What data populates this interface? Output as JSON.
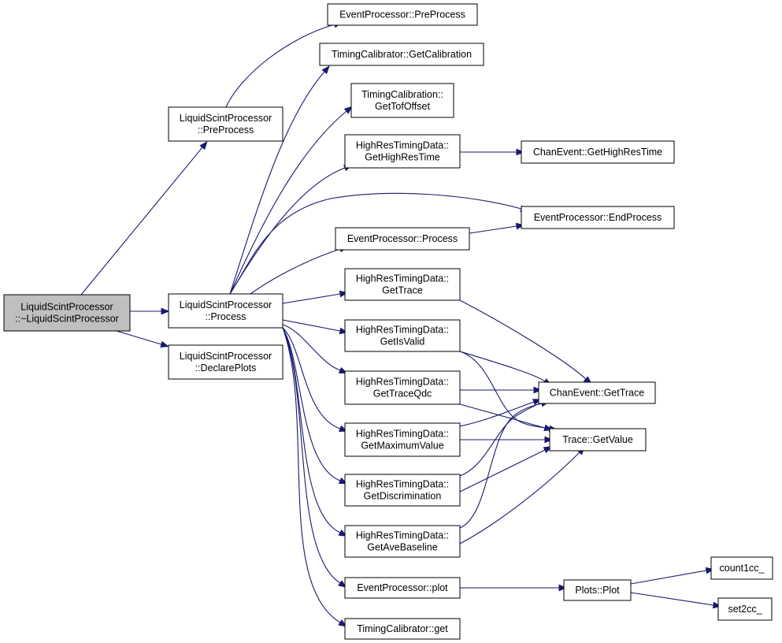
{
  "colors": {
    "edge": "#191970",
    "root_fill": "#bfbfbf",
    "node_fill": "#ffffff",
    "border": "#000000"
  },
  "nodes": [
    {
      "id": "root",
      "lines": [
        "LiquidScintProcessor",
        "::~LiquidScintProcessor"
      ],
      "root": true
    },
    {
      "id": "lsp_pre",
      "lines": [
        "LiquidScintProcessor",
        "::PreProcess"
      ]
    },
    {
      "id": "lsp_proc",
      "lines": [
        "LiquidScintProcessor",
        "::Process"
      ]
    },
    {
      "id": "lsp_decl",
      "lines": [
        "LiquidScintProcessor",
        "::DeclarePlots"
      ]
    },
    {
      "id": "ep_pre",
      "lines": [
        "EventProcessor::PreProcess"
      ]
    },
    {
      "id": "tc_getcal",
      "lines": [
        "TimingCalibrator::GetCalibration"
      ]
    },
    {
      "id": "tcal_tof",
      "lines": [
        "TimingCalibration::",
        "GetTofOffset"
      ]
    },
    {
      "id": "hr_time",
      "lines": [
        "HighResTimingData::",
        "GetHighResTime"
      ]
    },
    {
      "id": "ep_proc",
      "lines": [
        "EventProcessor::Process"
      ]
    },
    {
      "id": "hr_trace",
      "lines": [
        "HighResTimingData::",
        "GetTrace"
      ]
    },
    {
      "id": "hr_valid",
      "lines": [
        "HighResTimingData::",
        "GetIsValid"
      ]
    },
    {
      "id": "hr_qdc",
      "lines": [
        "HighResTimingData::",
        "GetTraceQdc"
      ]
    },
    {
      "id": "hr_max",
      "lines": [
        "HighResTimingData::",
        "GetMaximumValue"
      ]
    },
    {
      "id": "hr_disc",
      "lines": [
        "HighResTimingData::",
        "GetDiscrimination"
      ]
    },
    {
      "id": "hr_base",
      "lines": [
        "HighResTimingData::",
        "GetAveBaseline"
      ]
    },
    {
      "id": "ep_plot",
      "lines": [
        "EventProcessor::plot"
      ]
    },
    {
      "id": "tc_get",
      "lines": [
        "TimingCalibrator::get"
      ]
    },
    {
      "id": "ce_hrt",
      "lines": [
        "ChanEvent::GetHighResTime"
      ]
    },
    {
      "id": "ep_end",
      "lines": [
        "EventProcessor::EndProcess"
      ]
    },
    {
      "id": "ce_trace",
      "lines": [
        "ChanEvent::GetTrace"
      ]
    },
    {
      "id": "tr_value",
      "lines": [
        "Trace::GetValue"
      ]
    },
    {
      "id": "plots_plot",
      "lines": [
        "Plots::Plot"
      ]
    },
    {
      "id": "count1cc",
      "lines": [
        "count1cc_"
      ]
    },
    {
      "id": "set2cc",
      "lines": [
        "set2cc_"
      ]
    }
  ],
  "edges": [
    {
      "from": "root",
      "to": "lsp_pre"
    },
    {
      "from": "root",
      "to": "lsp_proc"
    },
    {
      "from": "root",
      "to": "lsp_decl"
    },
    {
      "from": "lsp_pre",
      "to": "ep_pre"
    },
    {
      "from": "lsp_proc",
      "to": "tc_getcal"
    },
    {
      "from": "lsp_proc",
      "to": "tcal_tof"
    },
    {
      "from": "lsp_proc",
      "to": "hr_time"
    },
    {
      "from": "lsp_proc",
      "to": "ep_end"
    },
    {
      "from": "lsp_proc",
      "to": "ep_proc"
    },
    {
      "from": "lsp_proc",
      "to": "hr_trace"
    },
    {
      "from": "lsp_proc",
      "to": "hr_valid"
    },
    {
      "from": "lsp_proc",
      "to": "hr_qdc"
    },
    {
      "from": "lsp_proc",
      "to": "hr_max"
    },
    {
      "from": "lsp_proc",
      "to": "hr_disc"
    },
    {
      "from": "lsp_proc",
      "to": "hr_base"
    },
    {
      "from": "lsp_proc",
      "to": "ep_plot"
    },
    {
      "from": "lsp_proc",
      "to": "tc_get"
    },
    {
      "from": "hr_time",
      "to": "ce_hrt"
    },
    {
      "from": "ep_proc",
      "to": "ep_end"
    },
    {
      "from": "hr_trace",
      "to": "ce_trace"
    },
    {
      "from": "hr_valid",
      "to": "ce_trace"
    },
    {
      "from": "hr_valid",
      "to": "tr_value"
    },
    {
      "from": "hr_qdc",
      "to": "ce_trace"
    },
    {
      "from": "hr_qdc",
      "to": "tr_value"
    },
    {
      "from": "hr_max",
      "to": "ce_trace"
    },
    {
      "from": "hr_max",
      "to": "tr_value"
    },
    {
      "from": "hr_disc",
      "to": "ce_trace"
    },
    {
      "from": "hr_disc",
      "to": "tr_value"
    },
    {
      "from": "hr_base",
      "to": "ce_trace"
    },
    {
      "from": "hr_base",
      "to": "tr_value"
    },
    {
      "from": "ep_plot",
      "to": "plots_plot"
    },
    {
      "from": "plots_plot",
      "to": "count1cc"
    },
    {
      "from": "plots_plot",
      "to": "set2cc"
    }
  ]
}
